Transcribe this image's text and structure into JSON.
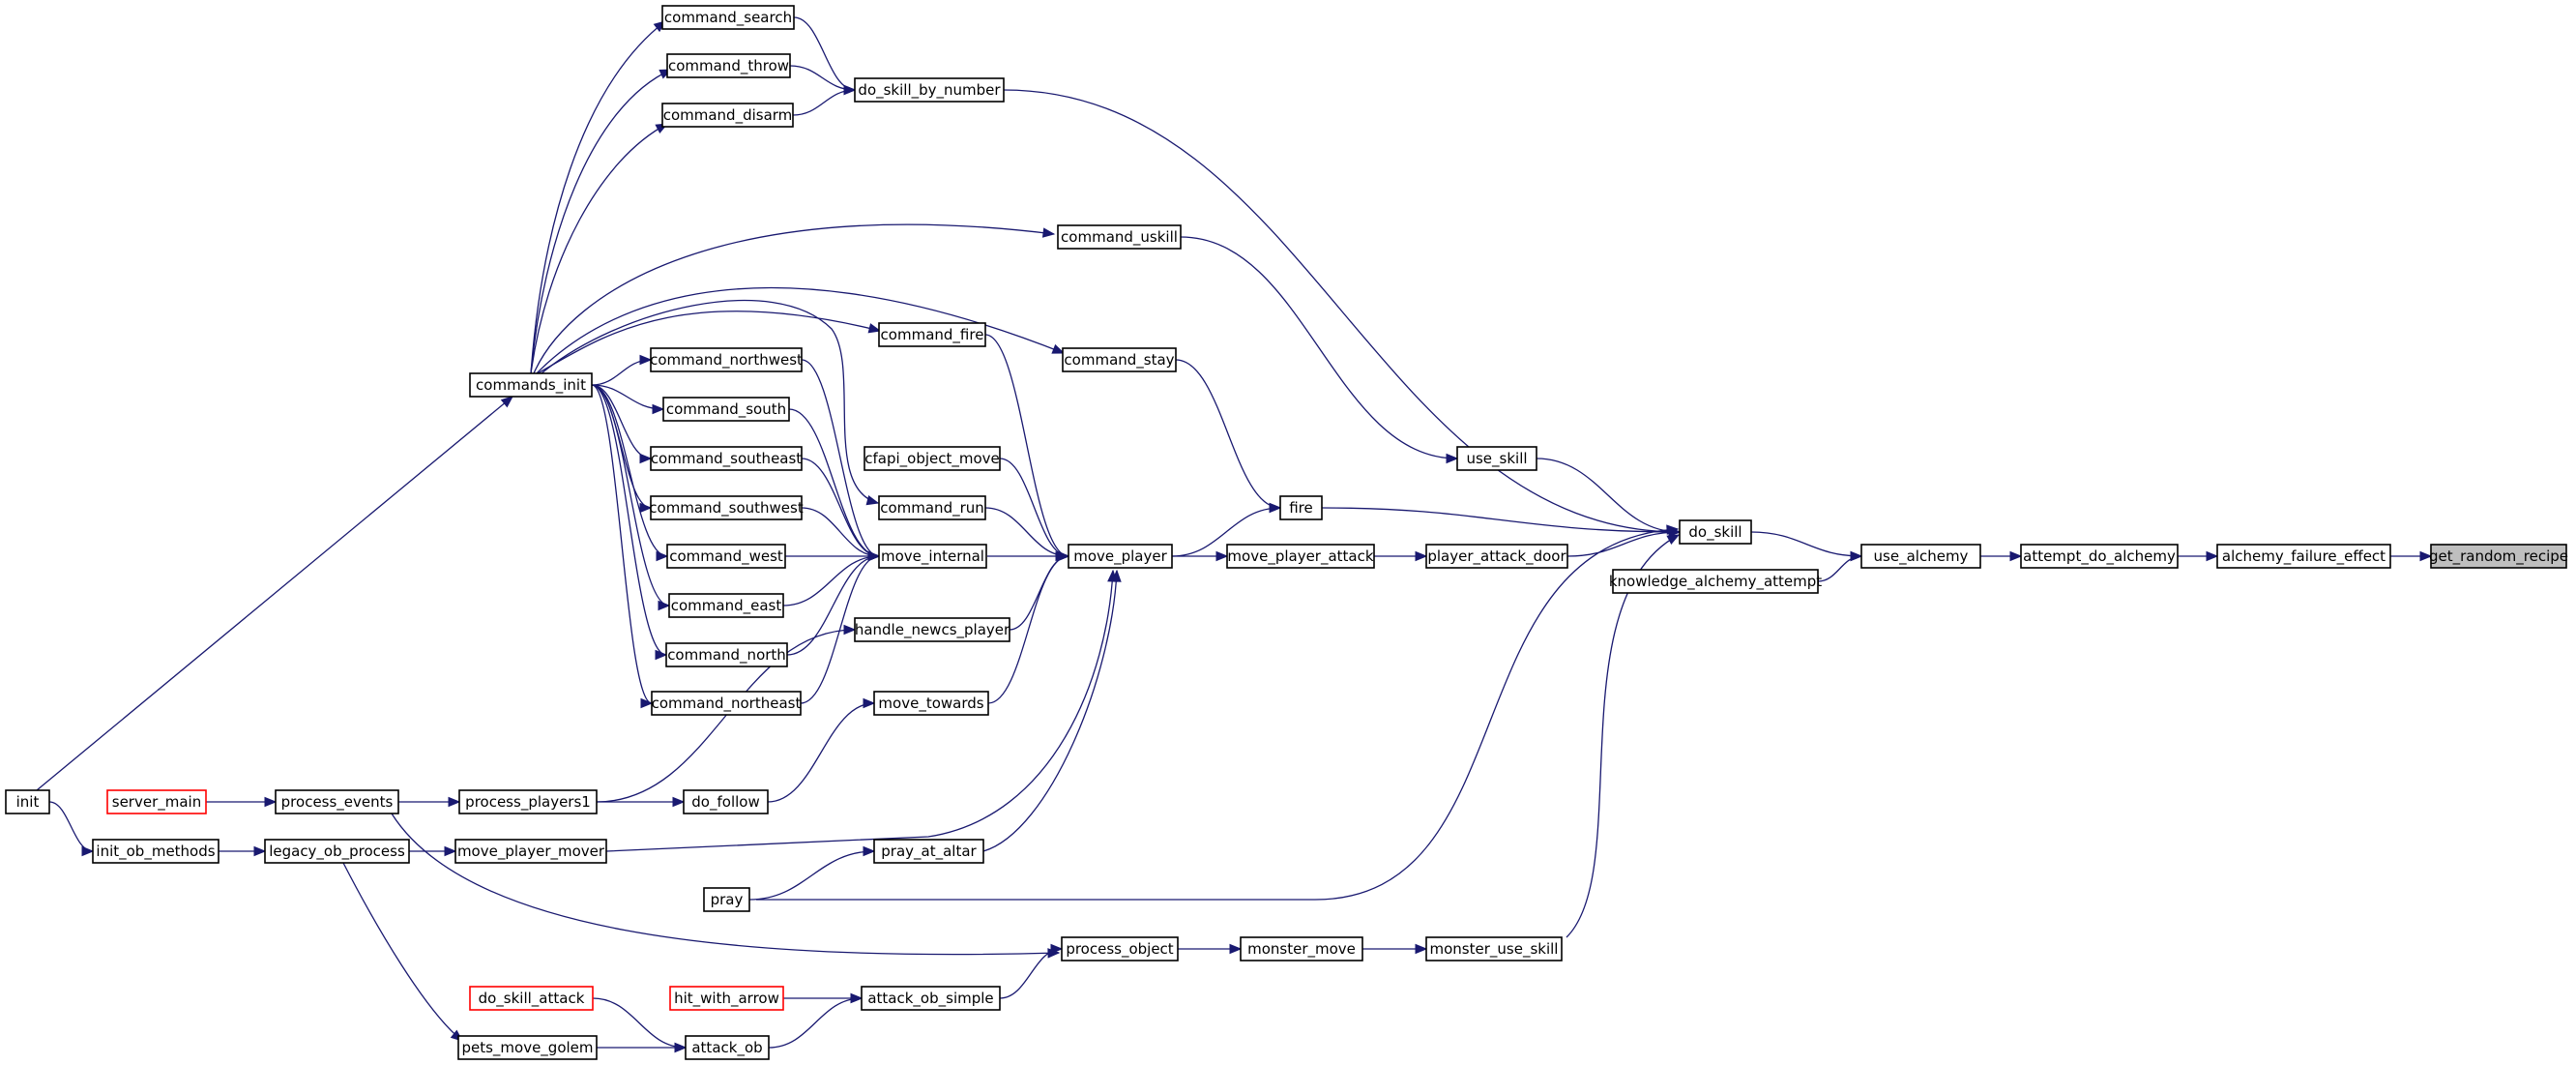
{
  "graph": {
    "direction": "right-to-left",
    "focus_node": "get_random_recipe",
    "colors": {
      "edge": "#191970",
      "node_border": "#000000",
      "external_node_border": "#ff0000",
      "focus_fill": "#bfbfbf",
      "background": "#ffffff"
    },
    "nodes": [
      {
        "id": "get_random_recipe",
        "label": "get_random_recipe",
        "style": "focus"
      },
      {
        "id": "alchemy_failure_effect",
        "label": "alchemy_failure_effect",
        "style": "normal"
      },
      {
        "id": "attempt_do_alchemy",
        "label": "attempt_do_alchemy",
        "style": "normal"
      },
      {
        "id": "use_alchemy",
        "label": "use_alchemy",
        "style": "normal"
      },
      {
        "id": "do_skill",
        "label": "do_skill",
        "style": "normal"
      },
      {
        "id": "knowledge_alchemy_attempt",
        "label": "knowledge_alchemy_attempt",
        "style": "normal"
      },
      {
        "id": "do_skill_by_number",
        "label": "do_skill_by_number",
        "style": "normal"
      },
      {
        "id": "use_skill",
        "label": "use_skill",
        "style": "normal"
      },
      {
        "id": "fire",
        "label": "fire",
        "style": "normal"
      },
      {
        "id": "player_attack_door",
        "label": "player_attack_door",
        "style": "normal"
      },
      {
        "id": "pray",
        "label": "pray",
        "style": "normal"
      },
      {
        "id": "monster_use_skill",
        "label": "monster_use_skill",
        "style": "normal"
      },
      {
        "id": "command_search",
        "label": "command_search",
        "style": "normal"
      },
      {
        "id": "command_throw",
        "label": "command_throw",
        "style": "normal"
      },
      {
        "id": "command_disarm",
        "label": "command_disarm",
        "style": "normal"
      },
      {
        "id": "commands_init",
        "label": "commands_init",
        "style": "normal"
      },
      {
        "id": "init",
        "label": "init",
        "style": "normal"
      },
      {
        "id": "command_uskill",
        "label": "command_uskill",
        "style": "normal"
      },
      {
        "id": "command_stay",
        "label": "command_stay",
        "style": "normal"
      },
      {
        "id": "command_fire",
        "label": "command_fire",
        "style": "normal"
      },
      {
        "id": "move_player_attack",
        "label": "move_player_attack",
        "style": "normal"
      },
      {
        "id": "move_player",
        "label": "move_player",
        "style": "normal"
      },
      {
        "id": "move_internal",
        "label": "move_internal",
        "style": "normal"
      },
      {
        "id": "cfapi_object_move",
        "label": "cfapi_object_move",
        "style": "normal"
      },
      {
        "id": "command_run",
        "label": "command_run",
        "style": "normal"
      },
      {
        "id": "handle_newcs_player",
        "label": "handle_newcs_player",
        "style": "normal"
      },
      {
        "id": "move_towards",
        "label": "move_towards",
        "style": "normal"
      },
      {
        "id": "move_player_mover",
        "label": "move_player_mover",
        "style": "normal"
      },
      {
        "id": "pray_at_altar",
        "label": "pray_at_altar",
        "style": "normal"
      },
      {
        "id": "command_northwest",
        "label": "command_northwest",
        "style": "normal"
      },
      {
        "id": "command_south",
        "label": "command_south",
        "style": "normal"
      },
      {
        "id": "command_southeast",
        "label": "command_southeast",
        "style": "normal"
      },
      {
        "id": "command_southwest",
        "label": "command_southwest",
        "style": "normal"
      },
      {
        "id": "command_west",
        "label": "command_west",
        "style": "normal"
      },
      {
        "id": "command_east",
        "label": "command_east",
        "style": "normal"
      },
      {
        "id": "command_north",
        "label": "command_north",
        "style": "normal"
      },
      {
        "id": "command_northeast",
        "label": "command_northeast",
        "style": "normal"
      },
      {
        "id": "process_players1",
        "label": "process_players1",
        "style": "normal"
      },
      {
        "id": "process_events",
        "label": "process_events",
        "style": "normal"
      },
      {
        "id": "server_main",
        "label": "server_main",
        "style": "external"
      },
      {
        "id": "do_follow",
        "label": "do_follow",
        "style": "normal"
      },
      {
        "id": "legacy_ob_process",
        "label": "legacy_ob_process",
        "style": "normal"
      },
      {
        "id": "init_ob_methods",
        "label": "init_ob_methods",
        "style": "normal"
      },
      {
        "id": "monster_move",
        "label": "monster_move",
        "style": "normal"
      },
      {
        "id": "process_object",
        "label": "process_object",
        "style": "normal"
      },
      {
        "id": "attack_ob_simple",
        "label": "attack_ob_simple",
        "style": "normal"
      },
      {
        "id": "hit_with_arrow",
        "label": "hit_with_arrow",
        "style": "external"
      },
      {
        "id": "attack_ob",
        "label": "attack_ob",
        "style": "normal"
      },
      {
        "id": "do_skill_attack",
        "label": "do_skill_attack",
        "style": "external"
      },
      {
        "id": "pets_move_golem",
        "label": "pets_move_golem",
        "style": "normal"
      }
    ],
    "edges": [
      {
        "from": "alchemy_failure_effect",
        "to": "get_random_recipe"
      },
      {
        "from": "attempt_do_alchemy",
        "to": "alchemy_failure_effect"
      },
      {
        "from": "use_alchemy",
        "to": "attempt_do_alchemy"
      },
      {
        "from": "do_skill",
        "to": "use_alchemy"
      },
      {
        "from": "knowledge_alchemy_attempt",
        "to": "use_alchemy"
      },
      {
        "from": "do_skill_by_number",
        "to": "do_skill"
      },
      {
        "from": "use_skill",
        "to": "do_skill"
      },
      {
        "from": "fire",
        "to": "do_skill"
      },
      {
        "from": "player_attack_door",
        "to": "do_skill"
      },
      {
        "from": "pray",
        "to": "do_skill"
      },
      {
        "from": "monster_use_skill",
        "to": "do_skill"
      },
      {
        "from": "command_search",
        "to": "do_skill_by_number"
      },
      {
        "from": "command_throw",
        "to": "do_skill_by_number"
      },
      {
        "from": "command_disarm",
        "to": "do_skill_by_number"
      },
      {
        "from": "commands_init",
        "to": "command_search"
      },
      {
        "from": "commands_init",
        "to": "command_throw"
      },
      {
        "from": "commands_init",
        "to": "command_disarm"
      },
      {
        "from": "commands_init",
        "to": "command_uskill"
      },
      {
        "from": "commands_init",
        "to": "command_stay"
      },
      {
        "from": "commands_init",
        "to": "command_fire"
      },
      {
        "from": "commands_init",
        "to": "command_run"
      },
      {
        "from": "commands_init",
        "to": "command_northwest"
      },
      {
        "from": "commands_init",
        "to": "command_south"
      },
      {
        "from": "commands_init",
        "to": "command_southeast"
      },
      {
        "from": "commands_init",
        "to": "command_southwest"
      },
      {
        "from": "commands_init",
        "to": "command_west"
      },
      {
        "from": "commands_init",
        "to": "command_east"
      },
      {
        "from": "commands_init",
        "to": "command_north"
      },
      {
        "from": "commands_init",
        "to": "command_northeast"
      },
      {
        "from": "init",
        "to": "commands_init"
      },
      {
        "from": "command_uskill",
        "to": "use_skill"
      },
      {
        "from": "command_stay",
        "to": "fire"
      },
      {
        "from": "move_player",
        "to": "fire"
      },
      {
        "from": "command_fire",
        "to": "move_player"
      },
      {
        "from": "move_player_attack",
        "to": "player_attack_door"
      },
      {
        "from": "move_player",
        "to": "move_player_attack"
      },
      {
        "from": "move_internal",
        "to": "move_player"
      },
      {
        "from": "cfapi_object_move",
        "to": "move_player"
      },
      {
        "from": "command_run",
        "to": "move_player"
      },
      {
        "from": "handle_newcs_player",
        "to": "move_player"
      },
      {
        "from": "move_towards",
        "to": "move_player"
      },
      {
        "from": "move_player_mover",
        "to": "move_player"
      },
      {
        "from": "pray_at_altar",
        "to": "move_player"
      },
      {
        "from": "command_northwest",
        "to": "move_internal"
      },
      {
        "from": "command_south",
        "to": "move_internal"
      },
      {
        "from": "command_southeast",
        "to": "move_internal"
      },
      {
        "from": "command_southwest",
        "to": "move_internal"
      },
      {
        "from": "command_west",
        "to": "move_internal"
      },
      {
        "from": "command_east",
        "to": "move_internal"
      },
      {
        "from": "command_north",
        "to": "move_internal"
      },
      {
        "from": "command_northeast",
        "to": "move_internal"
      },
      {
        "from": "process_players1",
        "to": "handle_newcs_player"
      },
      {
        "from": "process_events",
        "to": "process_players1"
      },
      {
        "from": "server_main",
        "to": "process_events"
      },
      {
        "from": "process_players1",
        "to": "do_follow"
      },
      {
        "from": "do_follow",
        "to": "move_towards"
      },
      {
        "from": "legacy_ob_process",
        "to": "move_player_mover"
      },
      {
        "from": "init_ob_methods",
        "to": "legacy_ob_process"
      },
      {
        "from": "init",
        "to": "init_ob_methods"
      },
      {
        "from": "pray",
        "to": "pray_at_altar"
      },
      {
        "from": "monster_move",
        "to": "monster_use_skill"
      },
      {
        "from": "process_object",
        "to": "monster_move"
      },
      {
        "from": "process_events",
        "to": "process_object"
      },
      {
        "from": "attack_ob_simple",
        "to": "process_object"
      },
      {
        "from": "hit_with_arrow",
        "to": "attack_ob_simple"
      },
      {
        "from": "attack_ob",
        "to": "attack_ob_simple"
      },
      {
        "from": "do_skill_attack",
        "to": "attack_ob"
      },
      {
        "from": "pets_move_golem",
        "to": "attack_ob"
      },
      {
        "from": "legacy_ob_process",
        "to": "pets_move_golem"
      }
    ]
  }
}
